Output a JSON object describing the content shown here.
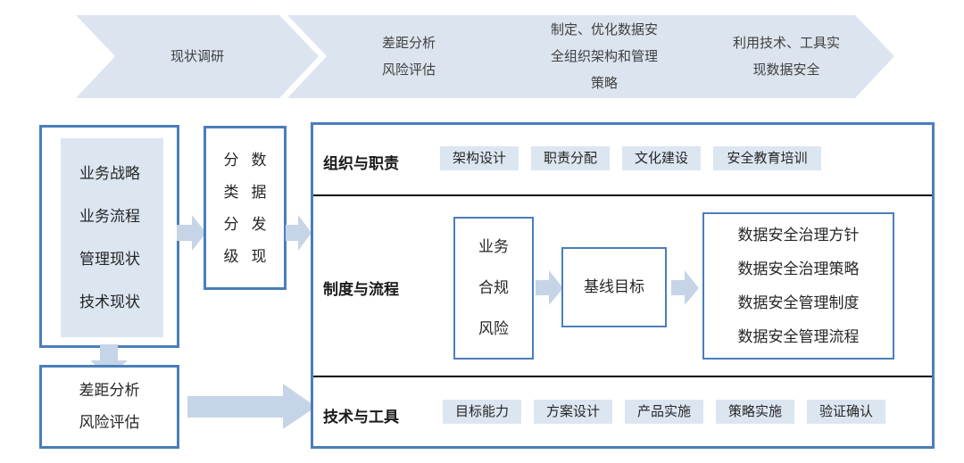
{
  "process_bar": {
    "steps": [
      {
        "lines": [
          "现状调研"
        ]
      },
      {
        "lines": [
          "差距分析",
          "风险评估"
        ]
      },
      {
        "lines": [
          "制定、优化数据安",
          "全组织架构和管理",
          "策略"
        ]
      },
      {
        "lines": [
          "利用技术、工具实",
          "现数据安全"
        ]
      }
    ]
  },
  "left_column": {
    "assessment_box": {
      "items": [
        "业务战略",
        "业务流程",
        "管理现状",
        "技术现状"
      ]
    },
    "classification_box": {
      "col_left": [
        "分",
        "类",
        "分",
        "级"
      ],
      "col_right": [
        "数",
        "据",
        "发",
        "现"
      ]
    },
    "gap_box": {
      "lines": [
        "差距分析",
        "风险评估"
      ]
    }
  },
  "main_panel": {
    "rows": [
      {
        "label": "组织与职责",
        "tags": [
          "架构设计",
          "职责分配",
          "文化建设",
          "安全教育培训"
        ]
      },
      {
        "label": "制度与流程",
        "source_box": [
          "业务",
          "合规",
          "风险"
        ],
        "middle_box": "基线目标",
        "result_box": [
          "数据安全治理方针",
          "数据安全治理策略",
          "数据安全管理制度",
          "数据安全管理流程"
        ]
      },
      {
        "label": "技术与工具",
        "tags": [
          "目标能力",
          "方案设计",
          "产品实施",
          "策略实施",
          "验证确认"
        ]
      }
    ]
  },
  "colors": {
    "border_blue": "#4a7ebb",
    "tag_bg": "#dce6f1",
    "chevron_bg": "#dce4ef",
    "arrow_blue": "#c6d4e8",
    "divider": "#000000"
  }
}
